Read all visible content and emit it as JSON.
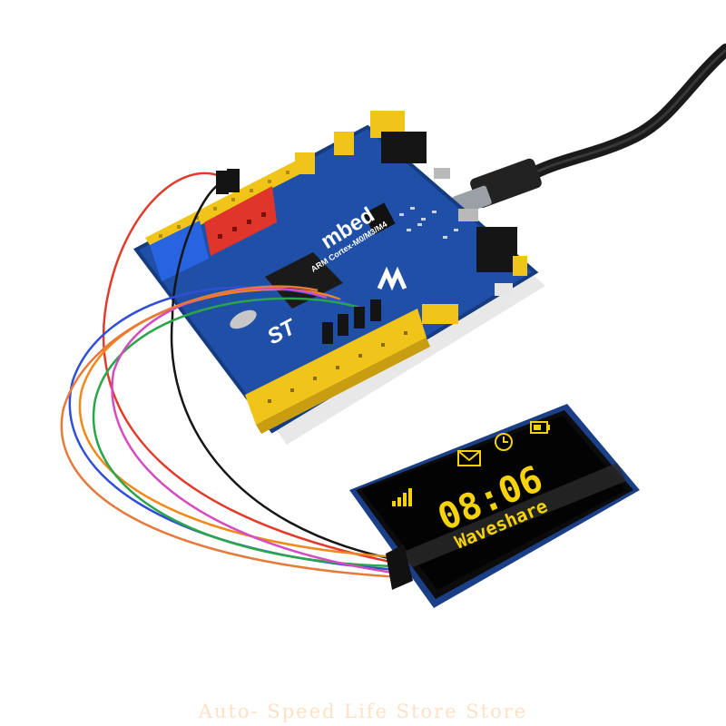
{
  "board": {
    "brand": "mbed",
    "subtitle": "ARM Cortex-M0/M3/M4",
    "vendor_mark": "ST"
  },
  "display": {
    "time": "08:06",
    "brand_text": "Waveshare",
    "icons": [
      "signal-bars-icon",
      "mail-icon",
      "clock-icon",
      "battery-icon"
    ]
  },
  "watermark": "Auto- Speed Life Store Store",
  "colors": {
    "background": "#ffffff",
    "board_blue": "#1f4fa6",
    "header_yellow": "#f0c419",
    "oled_text": "#f5d20a",
    "cable": "#1a1a1a",
    "wires": [
      "#e23b2a",
      "#f0881a",
      "#2f4fd8",
      "#2aa54a",
      "#d44cc0",
      "#151515"
    ]
  }
}
